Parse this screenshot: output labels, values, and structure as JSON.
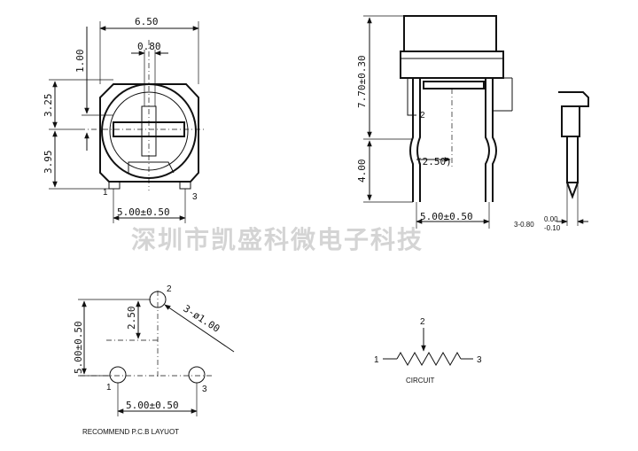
{
  "watermark": "深圳市凯盛科微电子科技",
  "top_view": {
    "width_dim": "6.50",
    "slot_dim": "0.80",
    "left_dim_top": "1.00",
    "left_dim_mid": "3.25",
    "left_dim_bot": "3.95",
    "pitch_dim": "5.00±0.50",
    "pin_left": "1",
    "pin_right": "3"
  },
  "side_view": {
    "height_dim": "7.70±0.30",
    "lead_dim": "4.00",
    "offset_dim": "(2.50)",
    "pin_label": "2",
    "pitch_dim": "5.00±0.50"
  },
  "lead_detail": {
    "base": "3-0.80",
    "tol_upper": "0.00",
    "tol_lower": "-0.10"
  },
  "pcb_layout": {
    "height_dim": "5.00±0.50",
    "half_dim": "2.50",
    "hole_dim": "3-ø1.00",
    "pitch_dim": "5.00±0.50",
    "pin1": "1",
    "pin2": "2",
    "pin3": "3",
    "caption": "RECOMMEND P.C.B LAYUOT"
  },
  "circuit": {
    "pin1": "1",
    "pin2": "2",
    "pin3": "3",
    "caption": "CIRCUIT"
  }
}
